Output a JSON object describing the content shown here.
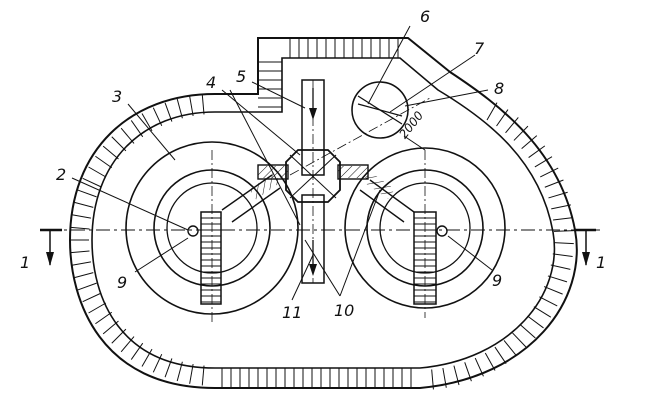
{
  "figure": {
    "callouts": [
      "1",
      "2",
      "3",
      "4",
      "5",
      "6",
      "7",
      "8",
      "9",
      "9",
      "10",
      "11",
      "1"
    ],
    "dimension_text": "2000",
    "section_marks": [
      "1",
      "1"
    ]
  },
  "colors": {
    "ink": "#111111",
    "paper": "#ffffff"
  }
}
